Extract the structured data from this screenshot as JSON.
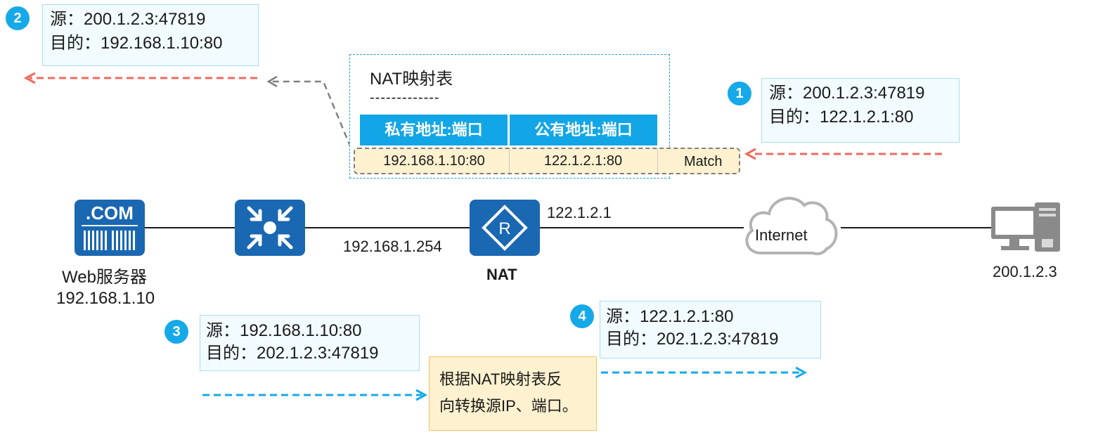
{
  "steps": {
    "step1": {
      "num": "1",
      "src": "源：200.1.2.3:47819",
      "dst": "目的：122.1.2.1:80"
    },
    "step2": {
      "num": "2",
      "src": "源：200.1.2.3:47819",
      "dst": "目的：192.168.1.10:80"
    },
    "step3": {
      "num": "3",
      "src": "源：192.168.1.10:80",
      "dst": "目的：202.1.2.3:47819"
    },
    "step4": {
      "num": "4",
      "src": "源：122.1.2.1:80",
      "dst": "目的：202.1.2.3:47819"
    }
  },
  "nat_table": {
    "title": "NAT映射表",
    "separator": "-------------",
    "headers": [
      "私有地址:端口",
      "公有地址:端口"
    ],
    "row": [
      "192.168.1.10:80",
      "122.1.2.1:80"
    ],
    "match_label": "Match"
  },
  "nodes": {
    "web_server": {
      "icon_text": ".COM",
      "name": "Web服务器",
      "ip": "192.168.1.10"
    },
    "switch": {
      "ip": "192.168.1.254"
    },
    "nat": {
      "name": "NAT",
      "ip": "122.1.2.1",
      "icon_letter": "R"
    },
    "internet": {
      "name": "Internet"
    },
    "client": {
      "ip": "200.1.2.3"
    }
  },
  "note": {
    "line1": "根据NAT映射表反",
    "line2": "向转换源IP、端口。"
  },
  "colors": {
    "blue": "#16a9e8",
    "red_arrow": "#ee6a5e",
    "gray_arrow": "#808080",
    "device_blue": "#1a67b2",
    "highlight": "#fdf1cf"
  }
}
